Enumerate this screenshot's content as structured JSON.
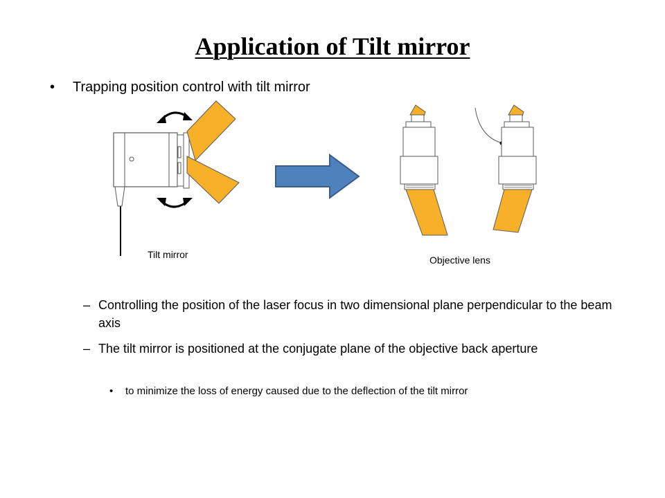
{
  "slide": {
    "title": "Application of Tilt mirror",
    "bullet": {
      "marker": "•",
      "text": "Trapping position control with tilt mirror"
    },
    "figure": {
      "left_label": "Tilt mirror",
      "right_label": "Objective lens",
      "colors": {
        "mirror": "#f7b028",
        "arrow": "#4f81bd",
        "arrow_border": "#385d8a",
        "outline": "#595959"
      }
    },
    "sub_points": [
      {
        "marker": "–",
        "text": "Controlling the position of the laser focus in two dimensional plane perpendicular to the beam axis"
      },
      {
        "marker": "–",
        "text": "The tilt mirror is positioned at the conjugate plane of the objective back aperture"
      }
    ],
    "sub_sub_point": {
      "marker": "•",
      "text": "to minimize the loss of energy caused due to the deflection of the tilt mirror"
    }
  }
}
